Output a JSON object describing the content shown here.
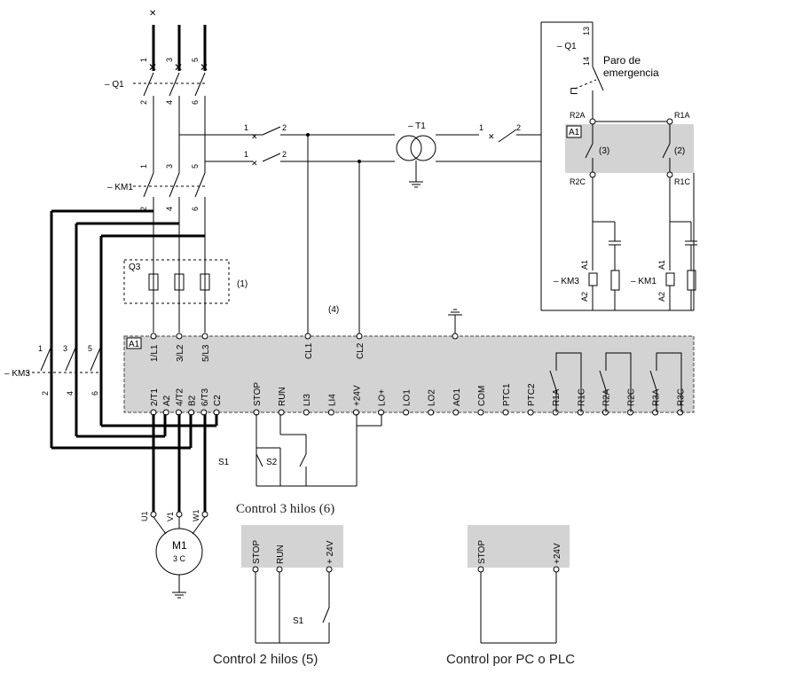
{
  "labels": {
    "q1": "– Q1",
    "km1": "– KM1",
    "km3": "– KM3",
    "t1": "– T1",
    "q3": "Q3",
    "note1": "(1)",
    "note4": "(4)",
    "note3": "(3)",
    "note2": "(2)",
    "a1": "A1",
    "m1": "M1",
    "m1_sub": "3 C",
    "q1_right": "– Q1",
    "emergency_line1": "Paro de",
    "emergency_line2": "emergencia",
    "r2a": "R2A",
    "r1a": "R1A",
    "r2c": "R2C",
    "r1c": "R1C",
    "km3_coil": "– KM3",
    "km1_coil": "– KM1",
    "coil_a1": "A1",
    "coil_a2": "A2",
    "s1": "S1",
    "s2": "S2",
    "u1": "U1",
    "v1": "V1",
    "w1": "W1",
    "pin13": "13",
    "pin14": "14",
    "sw1": "1",
    "sw2": "2"
  },
  "pole_numbers_top": [
    "1",
    "3",
    "5"
  ],
  "pole_numbers_bottom": [
    "2",
    "4",
    "6"
  ],
  "power_terminals": [
    "1/L1",
    "3/L2",
    "5/L3"
  ],
  "supply_terminals": [
    "CL1",
    "CL2"
  ],
  "motor_terminals": [
    "2/T1",
    "A2",
    "4/T2",
    "B2",
    "6/T3",
    "C2"
  ],
  "control_terminals": [
    "STOP",
    "RUN",
    "LI3",
    "LI4",
    "+24V",
    "LO+",
    "LO1",
    "LO2",
    "AO1",
    "COM",
    "PTC1",
    "PTC2",
    "R1A",
    "R1C",
    "R2A",
    "R2C",
    "R3A",
    "R3C"
  ],
  "two_wire_terminals": [
    "STOP",
    "RUN",
    "+ 24V"
  ],
  "plc_terminals": [
    "STOP",
    "+24V"
  ],
  "captions": {
    "three_wire": "Control 3 hilos (6)",
    "two_wire": "Control 2 hilos (5)",
    "plc": "Control por PC o PLC"
  }
}
